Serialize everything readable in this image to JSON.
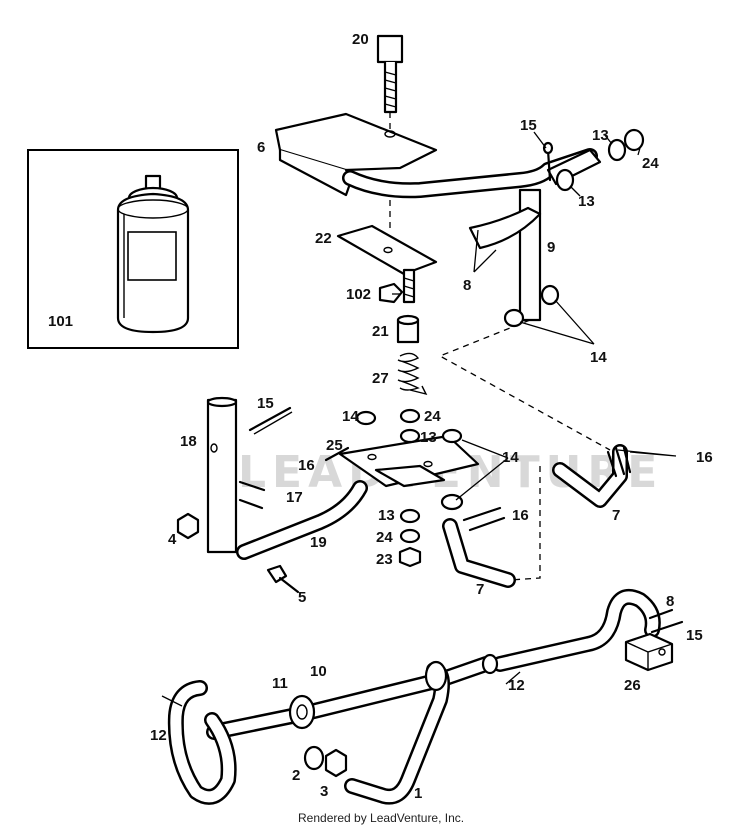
{
  "diagram": {
    "labels": {
      "p1": "1",
      "p2": "2",
      "p3": "3",
      "p4": "4",
      "p5": "5",
      "p6": "6",
      "p7a": "7",
      "p7b": "7",
      "p8a": "8",
      "p8b": "8",
      "p9": "9",
      "p10": "10",
      "p11": "11",
      "p12a": "12",
      "p12b": "12",
      "p13a": "13",
      "p13b": "13",
      "p13c": "13",
      "p13d": "13",
      "p14a": "14",
      "p14b": "14",
      "p14c": "14",
      "p15a": "15",
      "p15b": "15",
      "p15c": "15",
      "p16a": "16",
      "p16b": "16",
      "p16c": "16",
      "p17": "17",
      "p18": "18",
      "p19": "19",
      "p20": "20",
      "p21": "21",
      "p22": "22",
      "p23": "23",
      "p24a": "24",
      "p24b": "24",
      "p24c": "24",
      "p25": "25",
      "p26": "26",
      "p27": "27",
      "p101": "101",
      "p102": "102"
    },
    "watermark": "LEADVENTURE",
    "credit": "Rendered by LeadVenture, Inc."
  }
}
